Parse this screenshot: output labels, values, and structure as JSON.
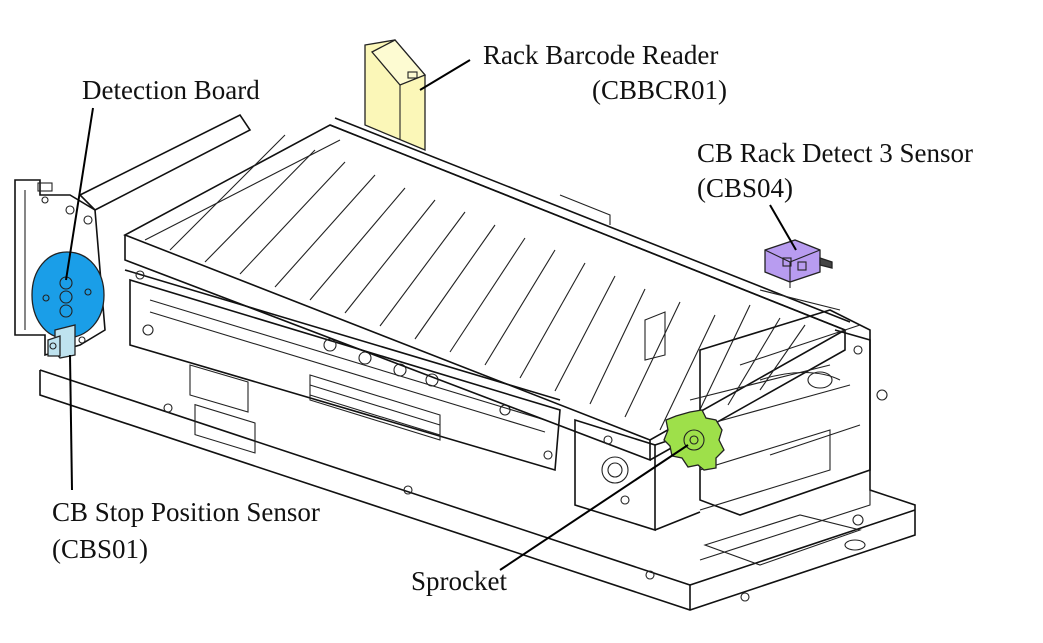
{
  "callouts": {
    "rack_barcode_reader": {
      "line1": "Rack Barcode Reader",
      "line2": "(CBBCR01)",
      "color": "#fbf7b8"
    },
    "detection_board": {
      "line1": "Detection Board",
      "color": "#1a9ee8"
    },
    "cb_rack_detect_3_sensor": {
      "line1": "CB Rack Detect 3 Sensor",
      "line2": "(CBS04)",
      "color": "#b89cf0"
    },
    "cb_stop_position_sensor": {
      "line1": "CB Stop Position Sensor",
      "line2": "(CBS01)",
      "color": "#bfe3ef"
    },
    "sprocket": {
      "line1": "Sprocket",
      "color": "#9ee04a"
    }
  }
}
